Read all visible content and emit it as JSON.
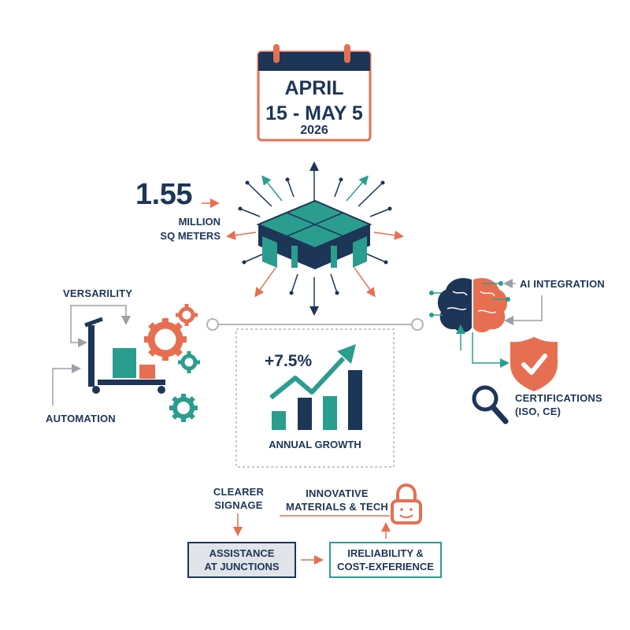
{
  "calendar": {
    "date_line1": "APRIL",
    "date_line2": "15 - MAY 5",
    "year": "2026"
  },
  "area": {
    "value": "1.55",
    "unit_line1": "MILLION",
    "unit_line2": "SQ METERS"
  },
  "features": {
    "versatility": "VERSARILITY",
    "automation": "AUTOMATION",
    "ai": "AI INTEGRATION",
    "cert_line1": "CERTIFICATIONS",
    "cert_line2": "(ISO, CE)"
  },
  "growth": {
    "value": "+7.5%",
    "label": "ANNUAL GROWTH"
  },
  "flow": {
    "signage_line1": "CLEARER",
    "signage_line2": "SIGNAGE",
    "innovative_line1": "INNOVATIVE",
    "innovative_line2": "MATERIALS & TECH",
    "assist_line1": "ASSISTANCE",
    "assist_line2": "AT JUNCTIONS",
    "reliability_line1": "IRELIABILITY &",
    "reliability_line2": "COST-EXFERIENCE"
  },
  "colors": {
    "navy": "#1d3557",
    "teal": "#2a9d8f",
    "orange": "#e76f51",
    "gray": "#b0b5bb"
  },
  "icons": [
    "calendar-icon",
    "warehouse-icon",
    "pallet-truck-icon",
    "gear-icon",
    "growth-chart-icon",
    "brain-icon",
    "shield-check-icon",
    "magnifier-icon",
    "padlock-icon"
  ]
}
